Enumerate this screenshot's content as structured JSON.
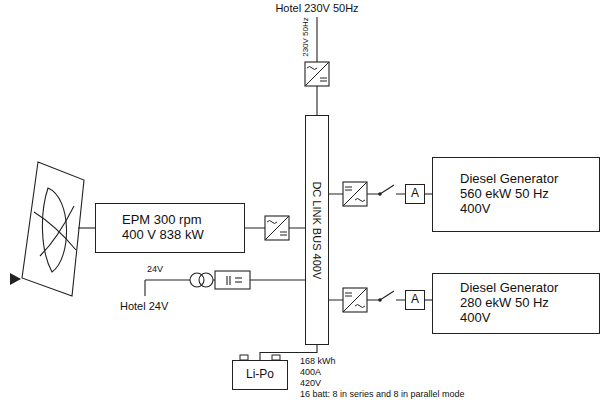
{
  "diagram": {
    "nodes": [
      {
        "text": [
          "EPM 300 rpm 400 V 838 kW"
        ]
      },
      {
        "text": [
          "DC LINK BUS 400V"
        ]
      },
      {
        "text": [
          "A"
        ]
      },
      {
        "text": [
          "Diesel Generator 560 ekW 50 Hz 400V"
        ]
      },
      {
        "text": [
          "A"
        ]
      },
      {
        "text": [
          "Diesel Generator 280 ekW 50 Hz 400V"
        ]
      },
      {
        "text": [
          "Li-Po"
        ]
      }
    ],
    "edges": [
      {
        "from": 0,
        "to": 1,
        "arrow": "none"
      },
      {
        "from": 1,
        "to": 2,
        "arrow": "none"
      },
      {
        "from": 2,
        "to": 3,
        "arrow": "none"
      },
      {
        "from": 1,
        "to": 4,
        "arrow": "none"
      },
      {
        "from": 4,
        "to": 5,
        "arrow": "none"
      },
      {
        "from": 1,
        "to": 6,
        "arrow": "none"
      }
    ],
    "labels": [
      "Hotel 230V 50Hz",
      "230V 50Hz",
      "24V",
      "Hotel 24V",
      "168 kWh",
      "400A",
      "420V",
      "16 batt: 8 in series and 8 in parallel mode"
    ]
  }
}
